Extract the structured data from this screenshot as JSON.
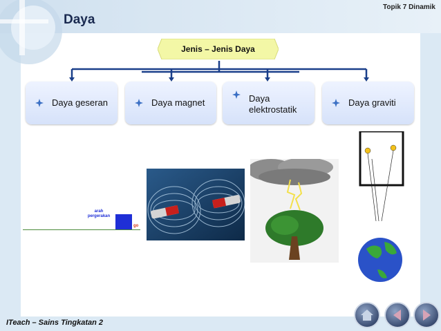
{
  "title": "Daya",
  "topic": "Topik 7 Dinamik",
  "footer": "ITeach – Sains Tingkatan 2",
  "header": "Jenis – Jenis Daya",
  "cards": [
    {
      "label": "Daya geseran"
    },
    {
      "label": "Daya magnet"
    },
    {
      "label": "Daya elektrostatik"
    },
    {
      "label": "Daya graviti"
    }
  ],
  "friction": {
    "arrow_label": "arah pergerakan",
    "arrow_label_line1": "arah",
    "arrow_label_line2": "pergerakan",
    "tag": "go"
  },
  "nav": [
    "home-button",
    "back-button",
    "forward-button"
  ],
  "colors": {
    "accent": "#1a3f8a",
    "header_fill": "#f3f7a6",
    "card": "#dfe8fb"
  }
}
